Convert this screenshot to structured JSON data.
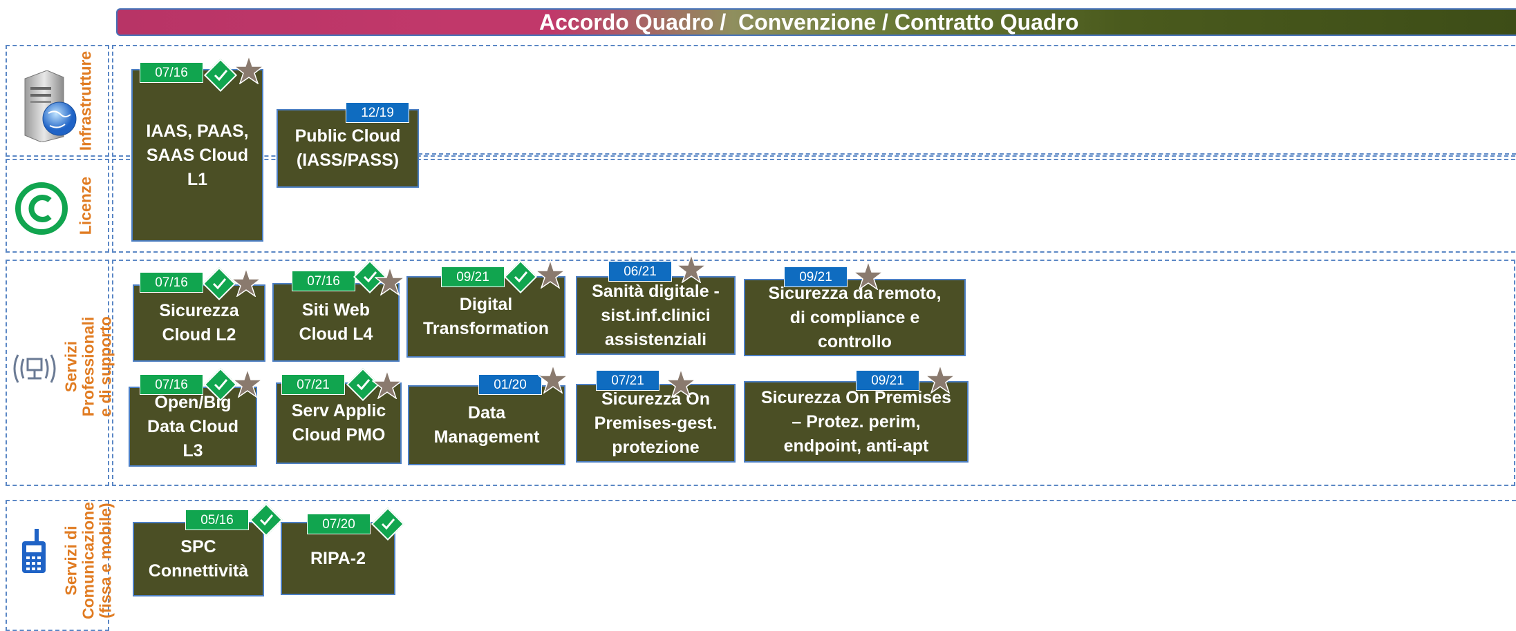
{
  "banner": {
    "title": "Accordo Quadro /  Convenzione / Contratto Quadro"
  },
  "sections": {
    "infrastrutture": "Infrastrutture",
    "licenze": "Licenze",
    "servizi_professionali": "Servizi\nProfessionali\ne di supporto",
    "servizi_comunicazione": "Servizi di\nComunicazione\n(fissa e mobile)"
  },
  "contracts": [
    {
      "id": "iaas",
      "label": "IAAS, PAAS,\nSAAS Cloud\nL1",
      "date": "07/16",
      "status": "active",
      "check": true,
      "star": true
    },
    {
      "id": "public-cloud",
      "label": "Public Cloud\n(IASS/PASS)",
      "date": "12/19",
      "status": "upcoming",
      "check": false,
      "star": false
    },
    {
      "id": "sicurezza-l2",
      "label": "Sicurezza\nCloud L2",
      "date": "07/16",
      "status": "active",
      "check": true,
      "star": true
    },
    {
      "id": "siti-web",
      "label": "Siti Web\nCloud L4",
      "date": "07/16",
      "status": "active",
      "check": true,
      "star": true
    },
    {
      "id": "digital-transformation",
      "label": "Digital\nTransformation",
      "date": "09/21",
      "status": "active",
      "check": true,
      "star": true
    },
    {
      "id": "sanita-digitale",
      "label": "Sanità digitale -\nsist.inf.clinici\nassistenziali",
      "date": "06/21",
      "status": "upcoming",
      "check": false,
      "star": true
    },
    {
      "id": "sicurezza-remoto",
      "label": "Sicurezza da remoto,\ndi compliance e\ncontrollo",
      "date": "09/21",
      "status": "upcoming",
      "check": false,
      "star": true
    },
    {
      "id": "open-big-data",
      "label": "Open/Big\nData Cloud\nL3",
      "date": "07/16",
      "status": "active",
      "check": true,
      "star": true
    },
    {
      "id": "serv-applic",
      "label": "Serv Applic\nCloud PMO",
      "date": "07/21",
      "status": "active",
      "check": true,
      "star": true
    },
    {
      "id": "data-management",
      "label": "Data\nManagement",
      "date": "01/20",
      "status": "upcoming",
      "check": false,
      "star": true
    },
    {
      "id": "sicurezza-on-prem-gest",
      "label": "Sicurezza On\nPremises-gest.\nprotezione",
      "date": "07/21",
      "status": "upcoming",
      "check": false,
      "star": true
    },
    {
      "id": "sicurezza-on-prem-perim",
      "label": "Sicurezza On Premises\n– Protez. perim,\nendpoint, anti-apt",
      "date": "09/21",
      "status": "upcoming",
      "check": false,
      "star": true
    },
    {
      "id": "spc-connettivita",
      "label": "SPC\nConnettività",
      "date": "05/16",
      "status": "active",
      "check": true,
      "star": false
    },
    {
      "id": "ripa-2",
      "label": "RIPA-2",
      "date": "07/20",
      "status": "active",
      "check": true,
      "star": false
    }
  ],
  "colors": {
    "active_tag": "#11a54f",
    "upcoming_tag": "#0f6cc0",
    "box": "#4b4f25",
    "section_label": "#e07b21",
    "star": "#8a7a6e",
    "dashed_border": "#5b87c5"
  }
}
